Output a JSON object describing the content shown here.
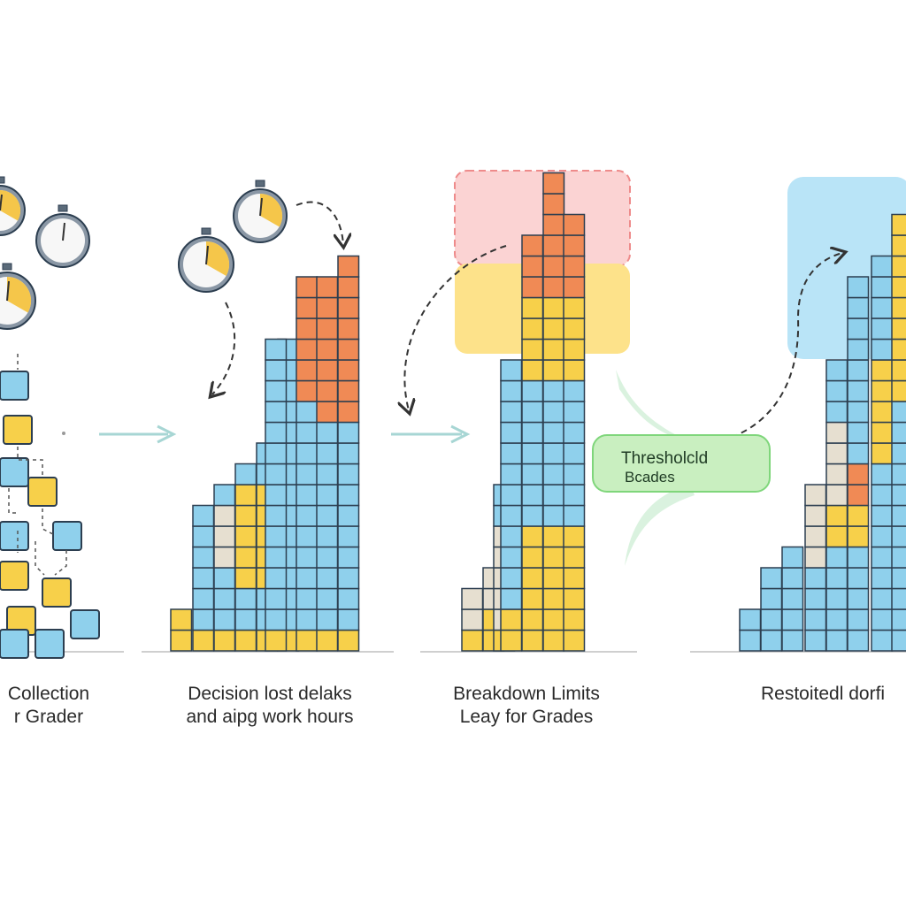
{
  "panels": [
    {
      "id": "panel-1",
      "caption_lines": [
        "Collection",
        "r Grader"
      ]
    },
    {
      "id": "panel-2",
      "caption_lines": [
        "Decision lost delaks",
        "and aipg work hours"
      ]
    },
    {
      "id": "panel-3",
      "caption_lines": [
        "Breakdown Limits",
        "Leay for Grades"
      ]
    },
    {
      "id": "panel-4",
      "caption_lines": [
        "Restoitedl dorfi"
      ]
    }
  ],
  "callout": {
    "line1": "Thresholcld",
    "line2": "Bcades"
  },
  "icons": [
    "stopwatch-icon",
    "flow-arrow-icon",
    "dashed-curve-arrow-icon"
  ],
  "colors": {
    "yellow": "#f7d04a",
    "blue": "#8fd0ec",
    "blue_dark": "#6dbde3",
    "orange": "#f08a55",
    "beige": "#e6dfd0",
    "outline": "#2c3e50",
    "red_zone": "#fbd3d3",
    "yellow_zone": "#fde28a",
    "blue_zone": "#b9e4f7",
    "green_callout": "#c9efc0",
    "green_callout_border": "#7fd67b",
    "arrow_teal": "#a7d6d4"
  }
}
